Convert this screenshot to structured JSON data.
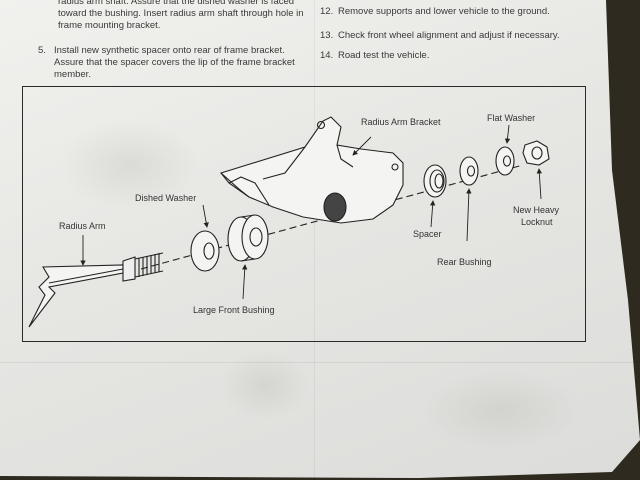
{
  "instructions": {
    "left": {
      "step4_partial": [
        "radius arm shaft. Assure that the dished washer is faced",
        "toward the bushing. Insert radius arm shaft through hole in",
        "frame mounting bracket."
      ],
      "step5": {
        "number": "5.",
        "lines": [
          "Install new synthetic spacer onto rear of frame bracket.",
          "Assure that the spacer covers the lip of the frame bracket",
          "member."
        ]
      }
    },
    "right": {
      "step12": {
        "number": "12.",
        "text": "Remove supports and lower vehicle to the ground."
      },
      "step13": {
        "number": "13.",
        "text": "Check front wheel alignment and adjust if necessary."
      },
      "step14": {
        "number": "14.",
        "text": "Road test the vehicle."
      }
    }
  },
  "diagram": {
    "labels": {
      "radius_arm": "Radius Arm",
      "dished_washer": "Dished Washer",
      "large_front_bushing": "Large Front Bushing",
      "radius_arm_bracket": "Radius Arm Bracket",
      "spacer": "Spacer",
      "rear_bushing": "Rear Bushing",
      "flat_washer": "Flat Washer",
      "new_heavy_locknut_1": "New Heavy",
      "new_heavy_locknut_2": "Locknut"
    }
  }
}
